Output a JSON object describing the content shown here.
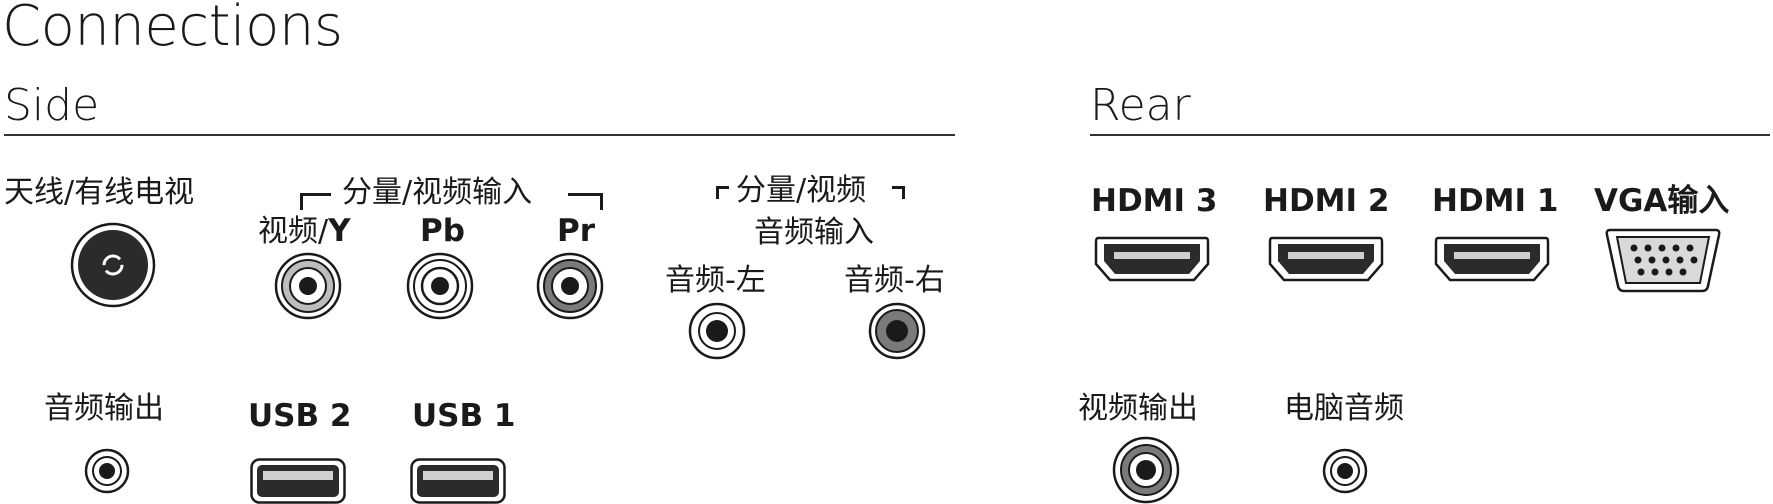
{
  "title": "Connections",
  "side": {
    "heading": "Side",
    "antenna_label": "天线/有线电视",
    "component_group_label": "分量/视频输入",
    "video_y_label": "视频/",
    "y_label": "Y",
    "pb_label": "Pb",
    "pr_label": "Pr",
    "audio_group_label_line1": "分量/视频",
    "audio_group_label_line2": "音频输入",
    "audio_left_label": "音频-左",
    "audio_right_label": "音频-右",
    "audio_out_label": "音频输出",
    "usb2_label": "USB 2",
    "usb1_label": "USB 1"
  },
  "rear": {
    "heading": "Rear",
    "hdmi3_label": "HDMI 3",
    "hdmi2_label": "HDMI 2",
    "hdmi1_label": "HDMI 1",
    "vga_label": "VGA输入",
    "video_out_label": "视频输出",
    "pc_audio_label": "电脑音频"
  },
  "icons": [
    "coax-antenna-icon",
    "rca-video-y-icon",
    "rca-pb-icon",
    "rca-pr-icon",
    "rca-audio-left-icon",
    "rca-audio-right-icon",
    "audio-out-jack-icon",
    "usb-port-icon",
    "hdmi-port-icon",
    "vga-port-icon",
    "video-out-jack-icon",
    "pc-audio-jack-icon"
  ]
}
